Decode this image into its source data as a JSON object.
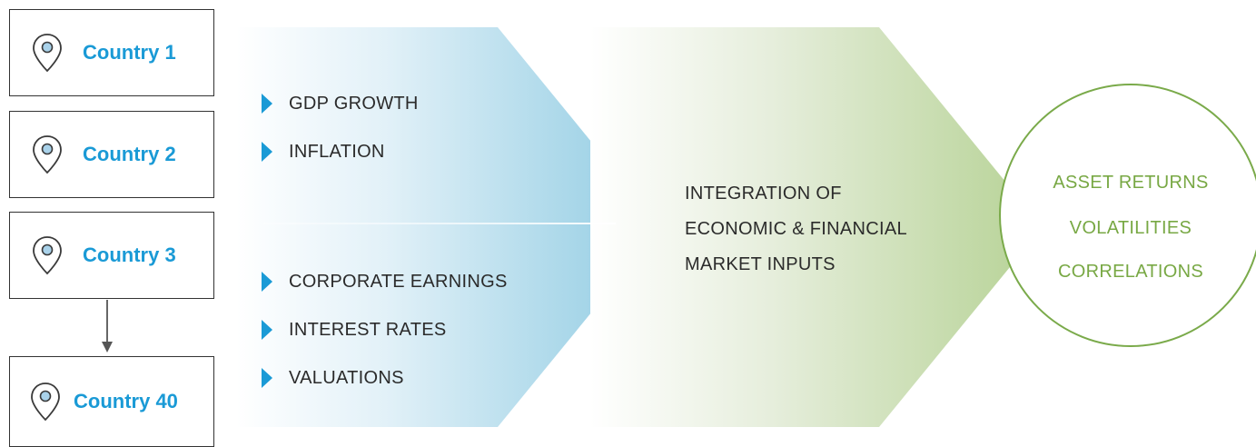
{
  "countries": [
    {
      "label": "Country 1"
    },
    {
      "label": "Country 2"
    },
    {
      "label": "Country 3"
    },
    {
      "label": "Country 40"
    }
  ],
  "economic_inputs": [
    "GDP GROWTH",
    "INFLATION"
  ],
  "financial_inputs": [
    "CORPORATE EARNINGS",
    "INTEREST RATES",
    "VALUATIONS"
  ],
  "integration": {
    "lines": [
      "INTEGRATION OF",
      "ECONOMIC & FINANCIAL",
      "MARKET INPUTS"
    ]
  },
  "outputs": [
    "ASSET RETURNS",
    "VOLATILITIES",
    "CORRELATIONS"
  ],
  "colors": {
    "country_text": "#1a9ad6",
    "blue_chevron": "#8fcbe2",
    "green_chevron": "#b6d295",
    "output_text": "#78a844",
    "circle_border": "#7aaa4a",
    "bullet_arrow": "#1a9ad6"
  },
  "icons": {
    "country_marker": "map-pin-icon",
    "bullet": "triangle-right-icon",
    "connector": "arrow-down-icon"
  }
}
